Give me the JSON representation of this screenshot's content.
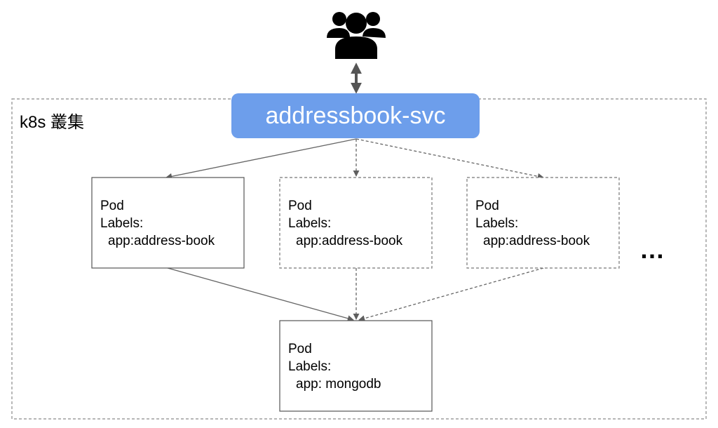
{
  "cluster": {
    "label": "k8s 叢集"
  },
  "service": {
    "label": "addressbook-svc",
    "color": "#6d9eeb"
  },
  "users": {
    "icon": "users-group-icon"
  },
  "pods": [
    {
      "title": "Pod",
      "labels_heading": "Labels:",
      "label_value": "app:address-book",
      "border": "solid"
    },
    {
      "title": "Pod",
      "labels_heading": "Labels:",
      "label_value": "app:address-book",
      "border": "dashed"
    },
    {
      "title": "Pod",
      "labels_heading": "Labels:",
      "label_value": "app:address-book",
      "border": "dashed"
    }
  ],
  "db_pod": {
    "title": "Pod",
    "labels_heading": "Labels:",
    "label_value": "app: mongodb",
    "border": "solid"
  },
  "more_indicator": "…"
}
